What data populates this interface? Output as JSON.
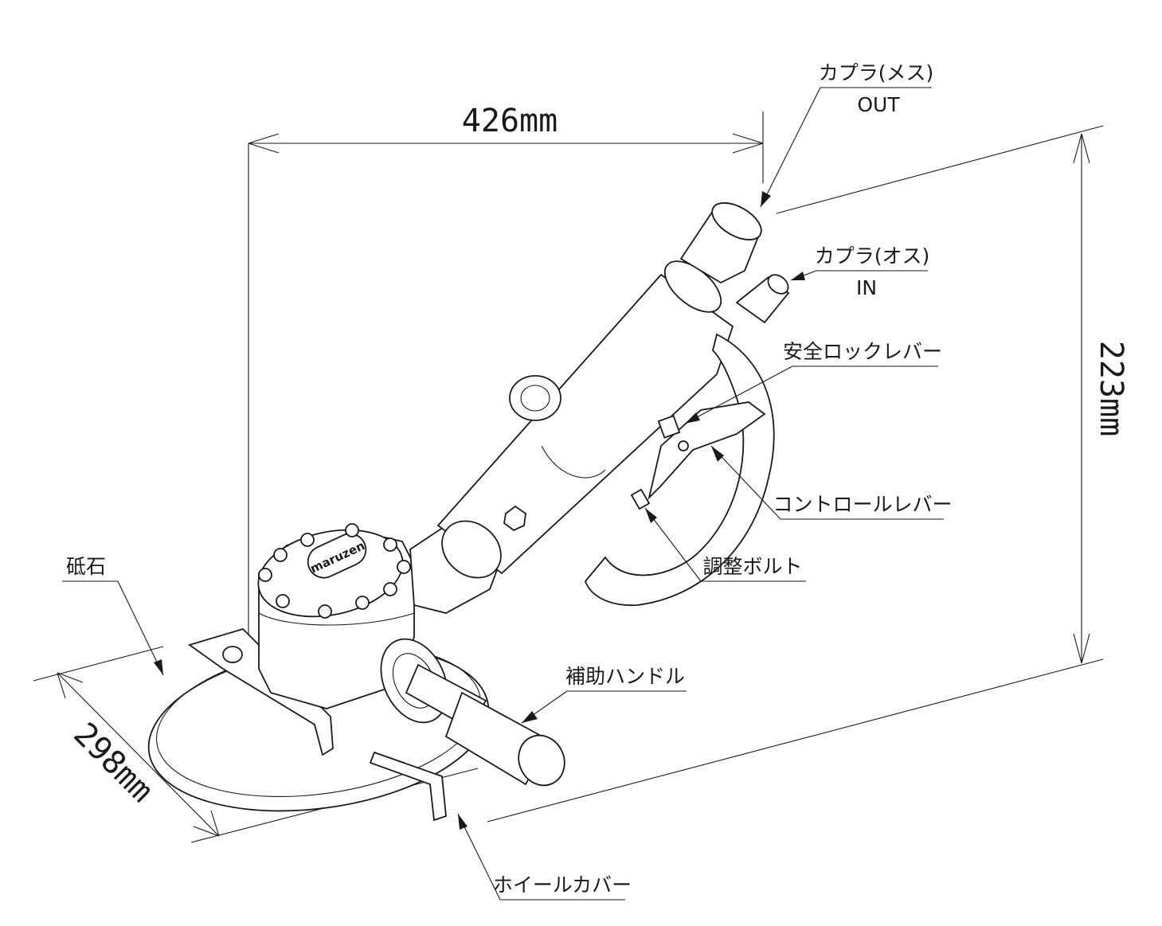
{
  "dimensions": {
    "length": "426mm",
    "height": "223mm",
    "width": "298mm"
  },
  "callouts": {
    "coupler_female": "カプラ(メス)",
    "coupler_female_sub": "OUT",
    "coupler_male": "カプラ(オス)",
    "coupler_male_sub": "IN",
    "safety_lock_lever": "安全ロックレバー",
    "control_lever": "コントロールレバー",
    "adjust_bolt": "調整ボルト",
    "aux_handle": "補助ハンドル",
    "grinding_wheel": "砥石",
    "wheel_cover": "ホイールカバー"
  },
  "logo_text": "maruzen"
}
